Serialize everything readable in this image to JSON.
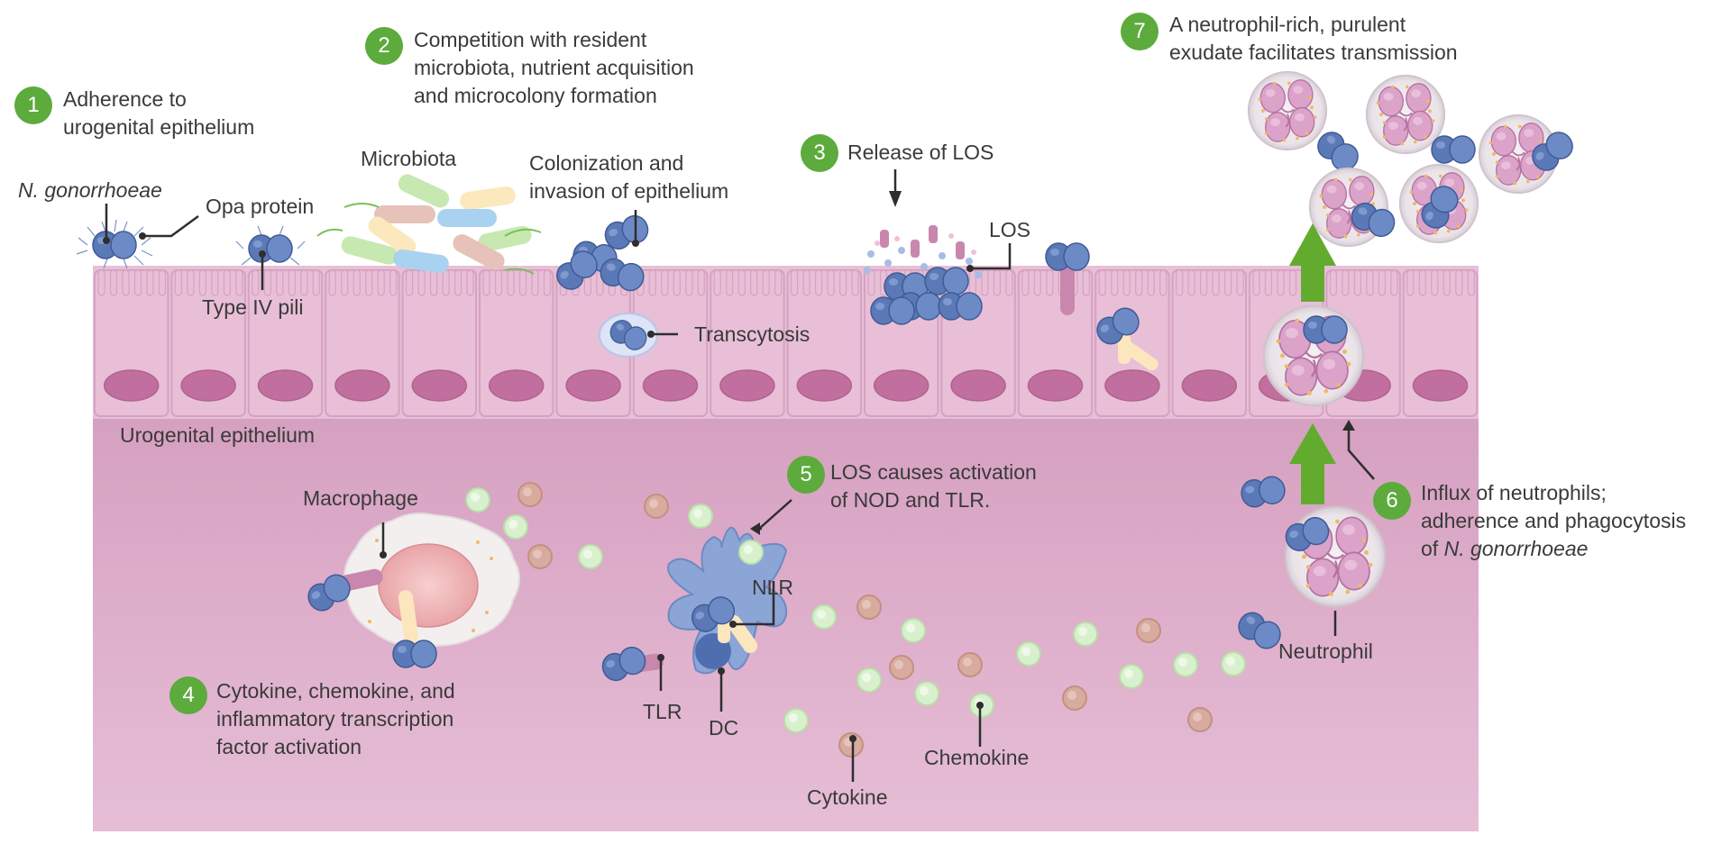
{
  "steps": [
    {
      "num": "1",
      "lines": [
        "Adherence to",
        "urogenital epithelium"
      ]
    },
    {
      "num": "2",
      "lines": [
        "Competition with resident",
        "microbiota, nutrient acquisition",
        "and microcolony formation"
      ]
    },
    {
      "num": "3",
      "lines": [
        "Release of LOS"
      ]
    },
    {
      "num": "4",
      "lines": [
        "Cytokine, chemokine, and",
        "inflammatory transcription",
        "factor activation"
      ]
    },
    {
      "num": "5",
      "lines": [
        "LOS causes activation",
        "of NOD and TLR."
      ]
    },
    {
      "num": "6",
      "lines": [
        "Influx of neutrophils;",
        "adherence and phagocytosis"
      ],
      "last_prefix": "of ",
      "last_italic": "N. gonorrhoeae"
    },
    {
      "num": "7",
      "lines": [
        "A neutrophil-rich, purulent",
        "exudate facilitates transmission"
      ]
    }
  ],
  "labels": {
    "n_gonorrhoeae": "N. gonorrhoeae",
    "opa_protein": "Opa protein",
    "type_iv_pili": "Type IV pili",
    "microbiota": "Microbiota",
    "colonization": [
      "Colonization and",
      "invasion of epithelium"
    ],
    "transcytosis": "Transcytosis",
    "los": "LOS",
    "urogenital_epithelium": "Urogenital epithelium",
    "macrophage": "Macrophage",
    "nlr": "NLR",
    "tlr": "TLR",
    "dc": "DC",
    "cytokine": "Cytokine",
    "chemokine": "Chemokine",
    "neutrophil": "Neutrophil"
  },
  "colors": {
    "badge": "#5cab3c",
    "arrow": "#62ab2f",
    "tissue": "#d9a6c4",
    "cell": "#e8bfd6",
    "nucleus": "#c16f9f",
    "bacteria": "#5b79b6",
    "text": "#3a3a3a"
  }
}
